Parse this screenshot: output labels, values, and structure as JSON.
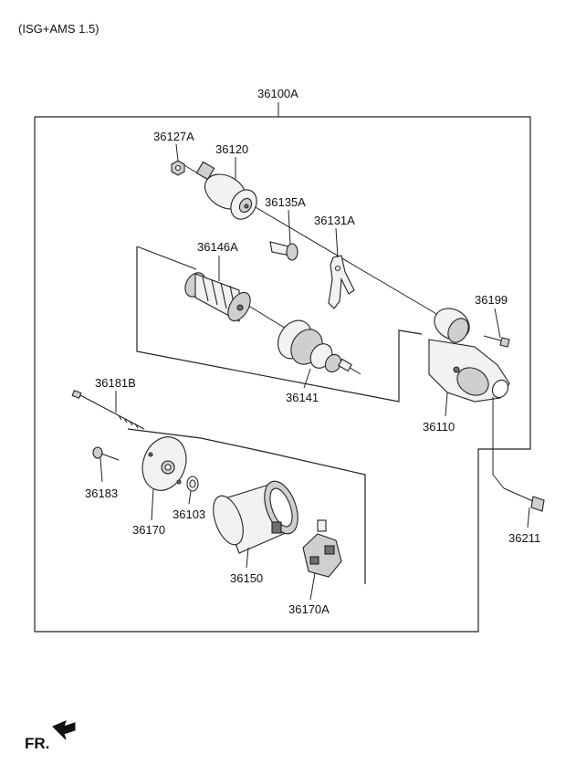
{
  "header": {
    "variant": "(ISG+AMS 1.5)"
  },
  "assembly": {
    "number": "36100A"
  },
  "parts": [
    "36127A",
    "36120",
    "36135A",
    "36131A",
    "36146A",
    "36199",
    "36141",
    "36110",
    "36181B",
    "36183",
    "36170",
    "36103",
    "36150",
    "36170A",
    "36211"
  ],
  "orientation": {
    "label": "FR.",
    "icon": "front-arrow-icon"
  }
}
